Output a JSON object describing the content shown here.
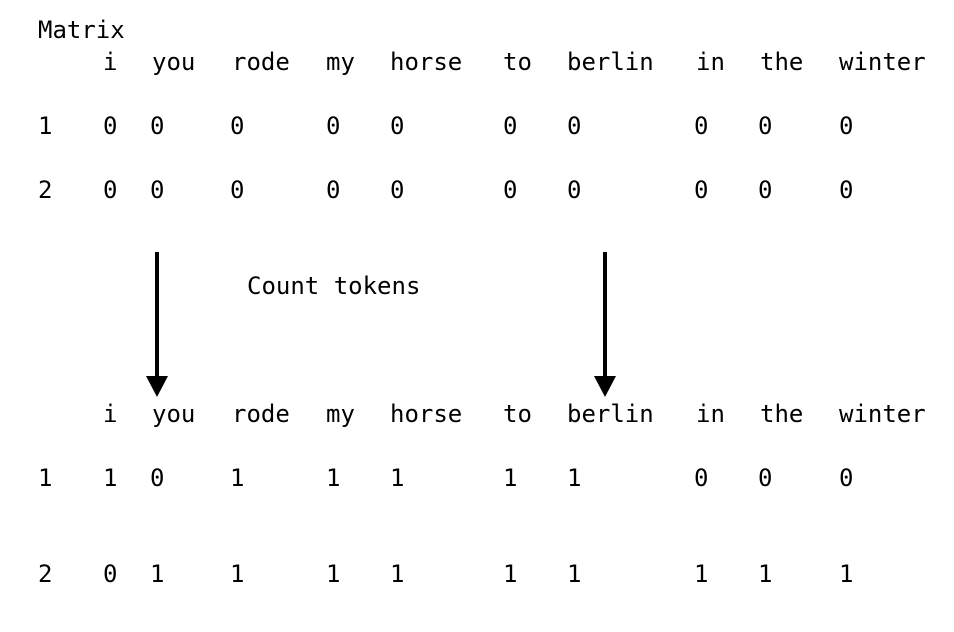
{
  "title": "Matrix",
  "columns": [
    "i",
    "you",
    "rode",
    "my",
    "horse",
    "to",
    "berlin",
    "in",
    "the",
    "winter"
  ],
  "before": {
    "rows": [
      {
        "label": "1",
        "values": [
          "0",
          "0",
          "0",
          "0",
          "0",
          "0",
          "0",
          "0",
          "0",
          "0"
        ]
      },
      {
        "label": "2",
        "values": [
          "0",
          "0",
          "0",
          "0",
          "0",
          "0",
          "0",
          "0",
          "0",
          "0"
        ]
      }
    ]
  },
  "transition_label": "Count tokens",
  "after": {
    "rows": [
      {
        "label": "1",
        "values": [
          "1",
          "0",
          "1",
          "1",
          "1",
          "1",
          "1",
          "0",
          "0",
          "0"
        ]
      },
      {
        "label": "2",
        "values": [
          "0",
          "1",
          "1",
          "1",
          "1",
          "1",
          "1",
          "1",
          "1",
          "1"
        ]
      }
    ]
  }
}
